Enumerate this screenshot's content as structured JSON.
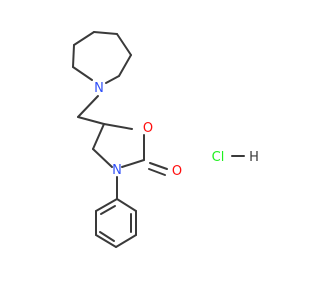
{
  "atoms": {
    "piperidine_n": "N",
    "ring_o": "O",
    "carbonyl_o": "O",
    "ring_n": "N"
  },
  "salt": {
    "cl": "Cl",
    "h": "H"
  },
  "colors": {
    "bond": "#3a3a3a",
    "nitrogen": "#3050f8",
    "oxygen": "#ff0d0d",
    "chlorine": "#1ff01f",
    "carbon": "#3a3a3a"
  }
}
